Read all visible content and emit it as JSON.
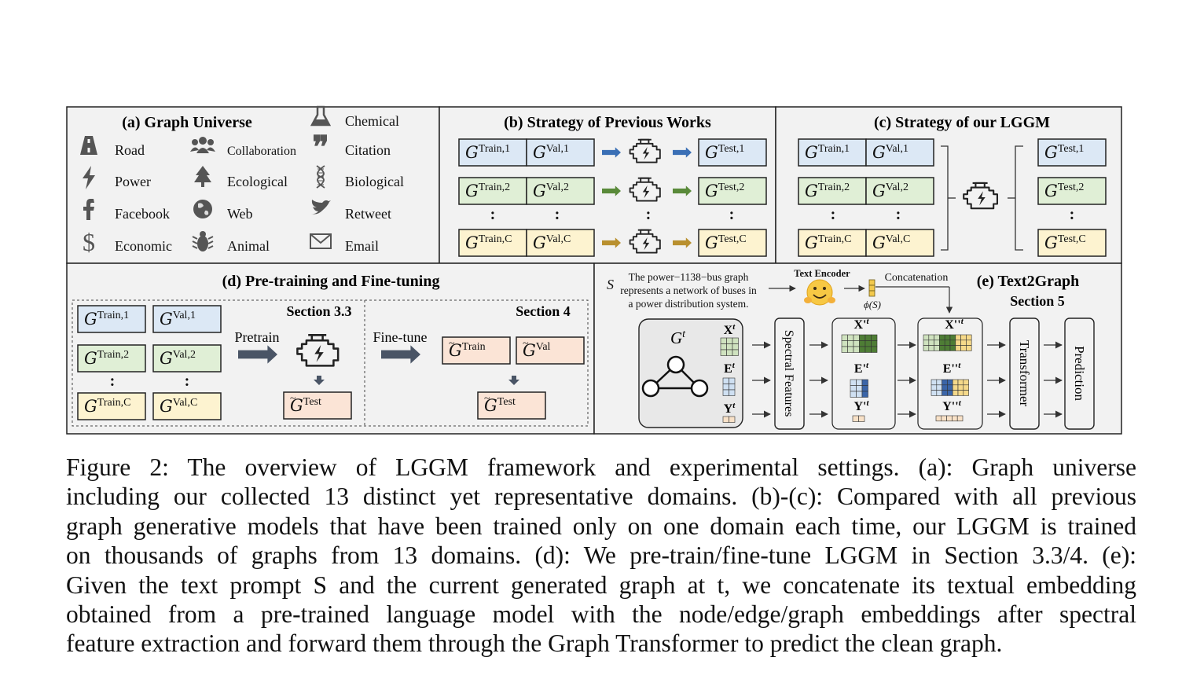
{
  "figure": {
    "panel_a": {
      "title": "(a) Graph Universe",
      "domains": [
        {
          "label": "Road",
          "icon": "road-icon"
        },
        {
          "label": "Collaboration",
          "icon": "people-icon"
        },
        {
          "label": "Chemical",
          "icon": "flask-icon"
        },
        {
          "label": "Power",
          "icon": "lightning-icon"
        },
        {
          "label": "Ecological",
          "icon": "tree-icon"
        },
        {
          "label": "Citation",
          "icon": "quote-icon"
        },
        {
          "label": "Facebook",
          "icon": "facebook-icon"
        },
        {
          "label": "Web",
          "icon": "globe-icon"
        },
        {
          "label": "Biological",
          "icon": "dna-icon"
        },
        {
          "label": "Economic",
          "icon": "dollar-icon"
        },
        {
          "label": "Animal",
          "icon": "bug-icon"
        },
        {
          "label": "Retweet",
          "icon": "bird-icon"
        },
        {
          "label": "Email",
          "icon": "envelope-icon"
        }
      ]
    },
    "panel_b": {
      "title": "(b) Strategy of Previous Works"
    },
    "panel_c": {
      "title": "(c) Strategy of our LGGM"
    },
    "panel_d": {
      "title": "(d) Pre-training and Fine-tuning",
      "section_left": "Section 3.3",
      "section_right": "Section 4",
      "pretrain": "Pretrain",
      "finetune": "Fine-tune"
    },
    "panel_e": {
      "title": "(e) Text2Graph",
      "section": "Section 5",
      "prompt_symbol": "S",
      "prompt_lines": [
        "The power−1138−bus graph",
        "represents a network of buses in",
        "a power distribution system."
      ],
      "text_encoder": "Text Encoder",
      "concatenation": "Concatenation",
      "phi": "ϕ(S)",
      "graph_label": "G",
      "spectral": "Spectral Features",
      "transformer": "Transformer",
      "prediction": "Prediction"
    },
    "graph_symbol": "G",
    "sup_train": "Train",
    "sup_val": "Val",
    "sup_test": "Test",
    "dots": ":",
    "colors": {
      "blue": "#dce8f5",
      "green": "#e0efd6",
      "yellow": "#fdf3d0",
      "pink": "#fbe4d6",
      "arrow_blue": "#3a6fb5",
      "arrow_green": "#5a8a3a",
      "arrow_gold": "#b9902f",
      "panel_bg": "#f2f2f2"
    }
  },
  "caption": {
    "lines": [
      "Figure 2:  The overview of LGGM framework and experimental settings.  (a):  Graph universe",
      "including our collected 13 distinct yet representative domains. (b)-(c): Compared with all previous",
      "graph generative models that have been trained only on one domain each time, our LGGM is trained",
      "on thousands of graphs from 13 domains. (d): We pre-train/fine-tune LGGM in Section 3.3/4. (e):",
      "Given the text prompt S and the current generated graph at t, we concatenate its textual embedding",
      "obtained from a pre-trained language model with the node/edge/graph embeddings after spectral",
      "feature extraction and forward them through the Graph Transformer to predict the clean graph."
    ]
  }
}
